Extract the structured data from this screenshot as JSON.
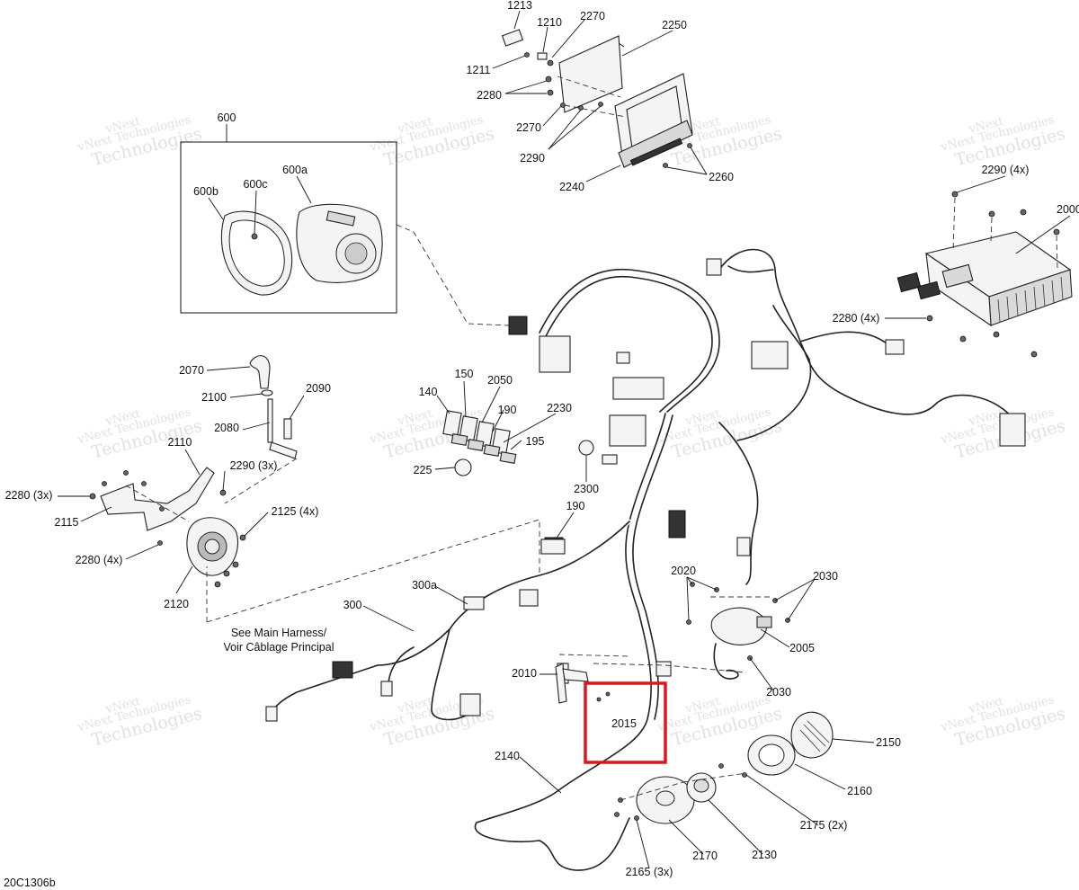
{
  "watermark": {
    "line1": "vNext",
    "line2": "vNext Technologies",
    "line3": "Technologies"
  },
  "diagram_code": "20C1306b",
  "notes": {
    "main_harness_line1": "See Main Harness/",
    "main_harness_line2": "Voir Câblage Principal"
  },
  "callouts": {
    "c1213": "1213",
    "c1210": "1210",
    "c2270a": "2270",
    "c2250": "2250",
    "c1211": "1211",
    "c2280a": "2280",
    "c2270b": "2270",
    "c2290a": "2290",
    "c2240": "2240",
    "c2260": "2260",
    "c600": "600",
    "c600a": "600a",
    "c600b": "600b",
    "c600c": "600c",
    "c2290b": "2290 (4x)",
    "c2000": "2000",
    "c2280b": "2280 (4x)",
    "c2070": "2070",
    "c2100": "2100",
    "c2090": "2090",
    "c2080": "2080",
    "c2110": "2110",
    "c2290c": "2290 (3x)",
    "c2280c": "2280 (3x)",
    "c2115": "2115",
    "c2125": "2125 (4x)",
    "c2280d": "2280 (4x)",
    "c2120": "2120",
    "c140": "140",
    "c150": "150",
    "c2050": "2050",
    "c190a": "190",
    "c2230": "2230",
    "c195": "195",
    "c225": "225",
    "c2300": "2300",
    "c190b": "190",
    "c300": "300",
    "c300a": "300a",
    "c2020": "2020",
    "c2030a": "2030",
    "c2005": "2005",
    "c2030b": "2030",
    "c2010": "2010",
    "c2015": "2015",
    "c2140": "2140",
    "c2150": "2150",
    "c2160": "2160",
    "c2175": "2175 (2x)",
    "c2170": "2170",
    "c2130": "2130",
    "c2165": "2165 (3x)"
  },
  "highlight": {
    "target_label": "2015",
    "color": "#e0161b"
  },
  "colors": {
    "line": "#222222",
    "highlight": "#e0161b",
    "watermark": "#c9c9c9"
  }
}
